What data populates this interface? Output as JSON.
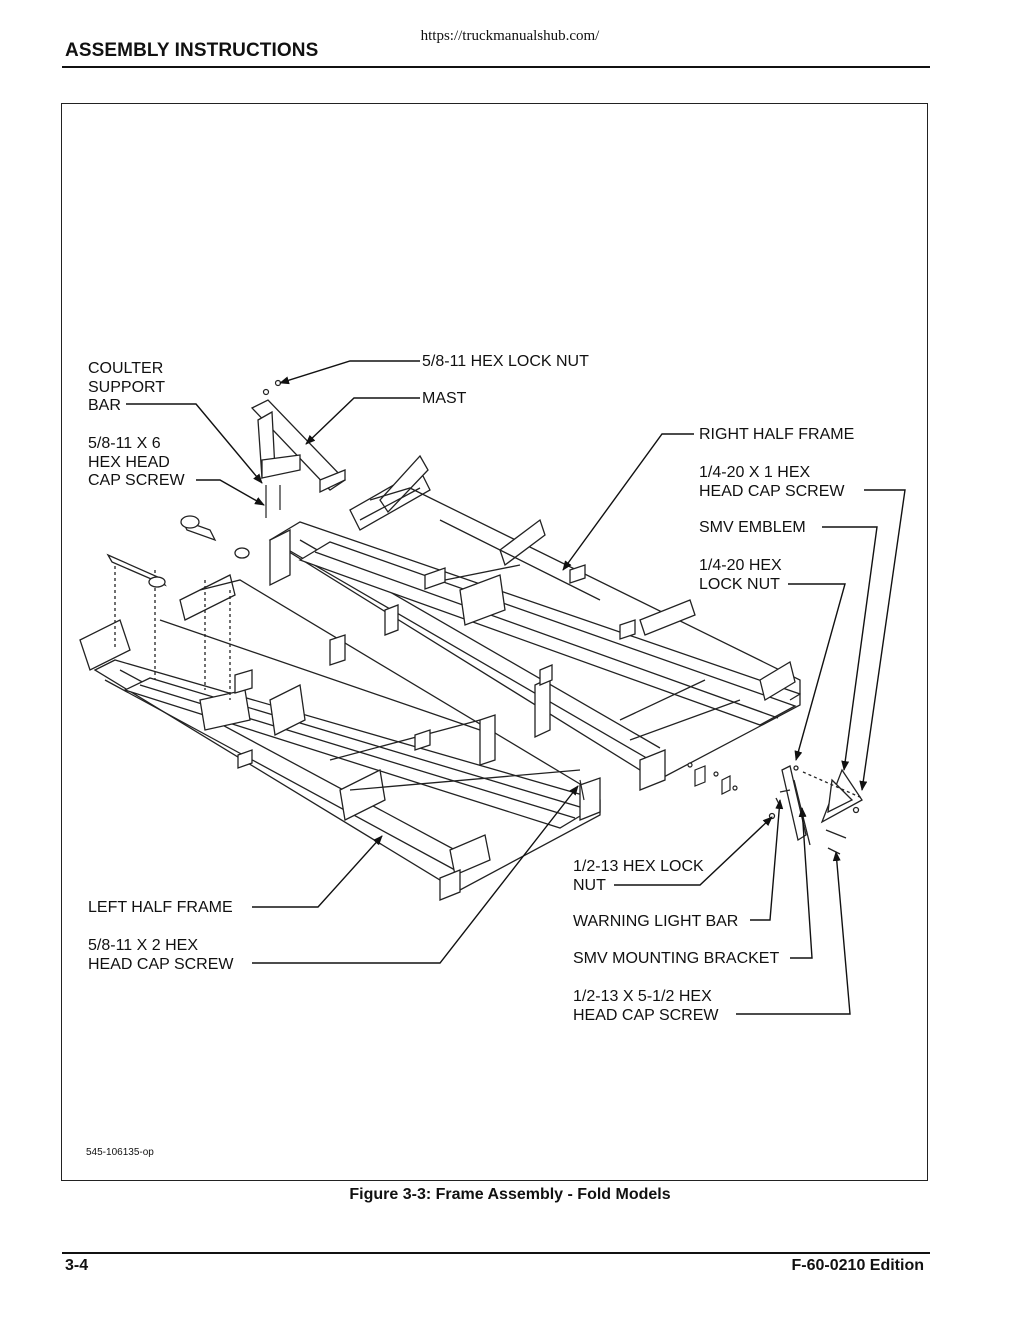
{
  "header": {
    "url": "https://truckmanualshub.com/",
    "section_title": "ASSEMBLY INSTRUCTIONS"
  },
  "figure": {
    "labels": {
      "coulter_support_bar": "COULTER\nSUPPORT\nBAR",
      "hex_lock_nut_58": "5/8-11 HEX LOCK NUT",
      "mast": "MAST",
      "cap_screw_58x6": "5/8-11 X 6\nHEX HEAD\nCAP SCREW",
      "right_half_frame": "RIGHT HALF FRAME",
      "cap_screw_14x1": "1/4-20 X 1 HEX\nHEAD CAP SCREW",
      "smv_emblem": "SMV EMBLEM",
      "hex_lock_nut_14": "1/4-20 HEX\nLOCK NUT",
      "hex_lock_nut_12": "1/2-13 HEX LOCK\nNUT",
      "warning_light_bar": "WARNING LIGHT BAR",
      "smv_mounting_bracket": "SMV MOUNTING BRACKET",
      "cap_screw_12": "1/2-13 X 5-1/2 HEX\nHEAD CAP SCREW",
      "left_half_frame": "LEFT HALF FRAME",
      "cap_screw_58x2": "5/8-11 X 2 HEX\nHEAD CAP SCREW"
    },
    "drawing_code": "545-106135-op",
    "caption": "Figure 3-3:  Frame Assembly - Fold Models"
  },
  "footer": {
    "page_number": "3-4",
    "edition": "F-60-0210 Edition"
  }
}
